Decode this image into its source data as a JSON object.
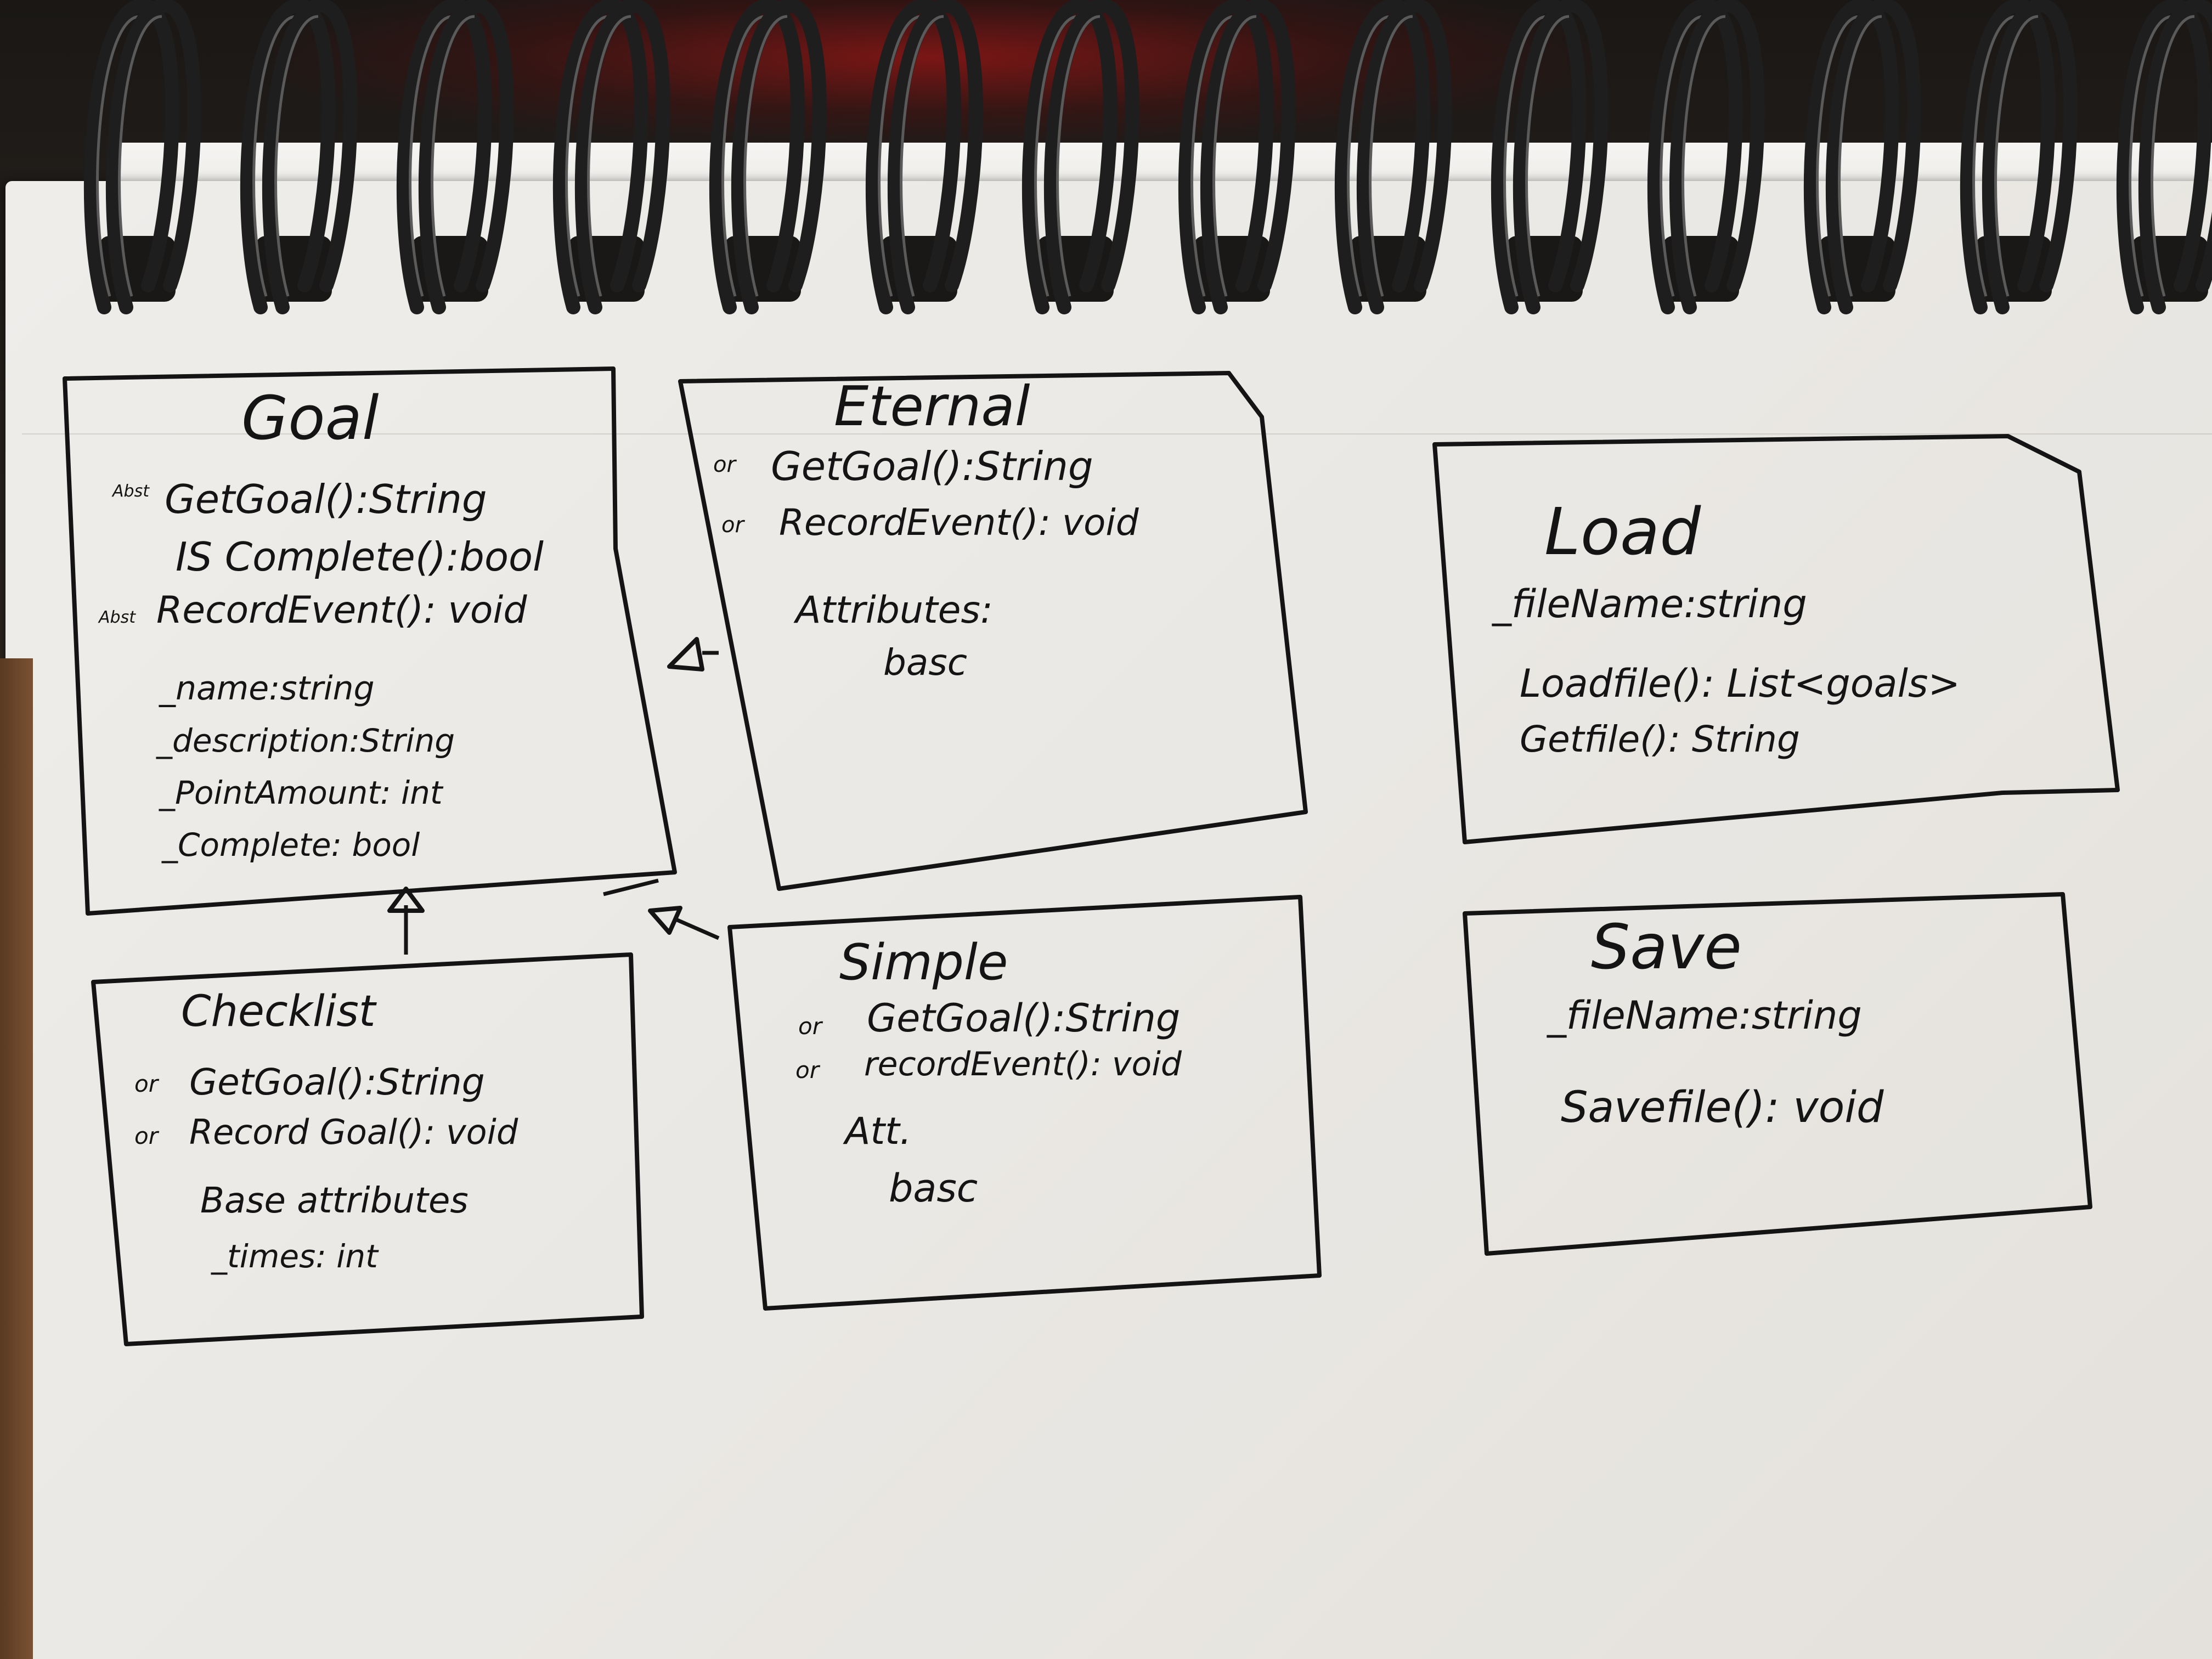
{
  "colors": {
    "paper": "#ece9e5",
    "ink": "#141414",
    "ring": "#1e1e1e"
  },
  "classes": {
    "goal": {
      "title": "Goal",
      "methods": [
        {
          "prefix": "Abst",
          "text": "GetGoal():String"
        },
        {
          "prefix": "",
          "text": "IS Complete():bool"
        },
        {
          "prefix": "Abst",
          "text": "RecordEvent(): void"
        }
      ],
      "attributes": [
        "_name:string",
        "_description:String",
        "_PointAmount: int",
        "_Complete: bool"
      ]
    },
    "eternal": {
      "title": "Eternal",
      "methods": [
        {
          "prefix": "or",
          "text": "GetGoal():String"
        },
        {
          "prefix": "or",
          "text": "RecordEvent(): void"
        }
      ],
      "attributes_label": "Attributes:",
      "attributes_value": "basc"
    },
    "load": {
      "title": "Load",
      "field": "_fileName:string",
      "methods": [
        "Loadfile(): List<goals>",
        "Getfile(): String"
      ]
    },
    "checklist": {
      "title": "Checklist",
      "methods": [
        {
          "prefix": "or",
          "text": "GetGoal():String"
        },
        {
          "prefix": "or",
          "text": "Record Goal(): void"
        }
      ],
      "attributes_label": "Base attributes",
      "attributes": [
        "_times: int"
      ]
    },
    "simple": {
      "title": "Simple",
      "methods": [
        {
          "prefix": "or",
          "text": "GetGoal():String"
        },
        {
          "prefix": "or",
          "text": "recordEvent(): void"
        }
      ],
      "attributes_label": "Att.",
      "attributes_value": "basc"
    },
    "save": {
      "title": "Save",
      "field": "_fileName:string",
      "methods": [
        "Savefile(): void"
      ]
    }
  }
}
